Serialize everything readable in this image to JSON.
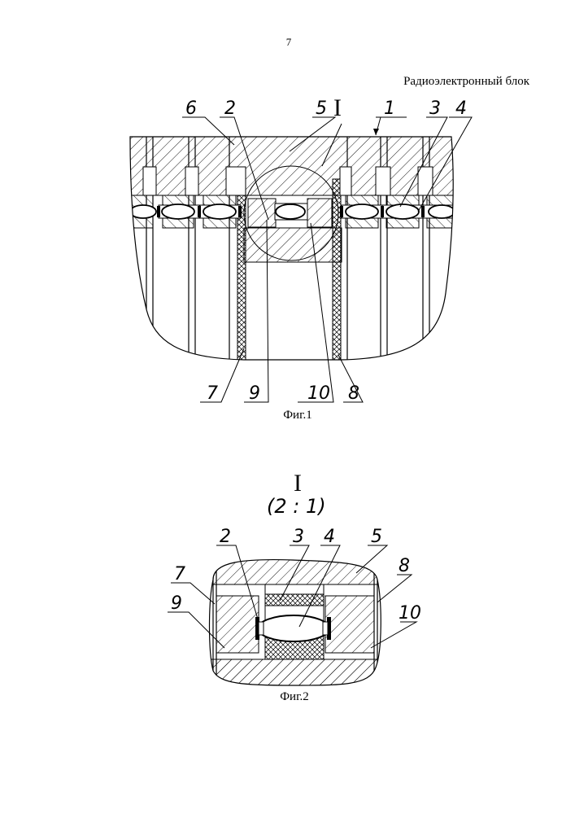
{
  "page": {
    "number": "7",
    "title": "Радиоэлектронный блок"
  },
  "figure1": {
    "caption": "Фиг.1",
    "detail_mark": "I",
    "labels": {
      "l6": "6",
      "l2": "2",
      "l5": "5",
      "l1": "1",
      "l3": "3",
      "l4": "4",
      "l7": "7",
      "l9": "9",
      "l10": "10",
      "l8": "8"
    }
  },
  "figure2": {
    "caption": "Фиг.2",
    "detail_mark": "I",
    "scale": "(2 : 1)",
    "labels": {
      "l2": "2",
      "l3": "3",
      "l4": "4",
      "l5": "5",
      "l7": "7",
      "l8": "8",
      "l9": "9",
      "l10": "10"
    }
  }
}
